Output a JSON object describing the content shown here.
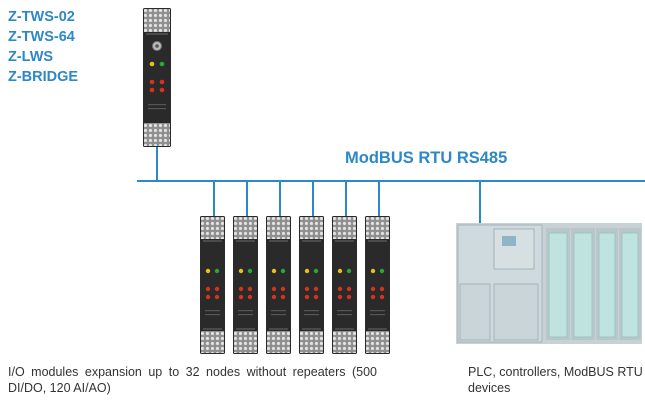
{
  "products": [
    "Z-TWS-02",
    "Z-TWS-64",
    "Z-LWS",
    "Z-BRIDGE"
  ],
  "bus_label": "ModBUS RTU RS485",
  "captions": {
    "io_modules": "I/O modules expansion up to 32 nodes without repeaters (500 DI/DO, 120 AI/AO)",
    "plc": "PLC, controllers, ModBUS RTU devices"
  },
  "colors": {
    "accent": "#2d88c8",
    "bus_line": "#2d88c8",
    "caption_text": "#333333",
    "module_body": "#2a2a2a",
    "led_red": "#d8321e",
    "led_green": "#29a83a",
    "led_yellow": "#e6c21f",
    "plc_body": "#c6d2d6",
    "plc_module_light": "#bfe3de"
  },
  "diagram": {
    "top_device_count": 1,
    "io_module_count": 6,
    "plc_slot_count": 4
  }
}
